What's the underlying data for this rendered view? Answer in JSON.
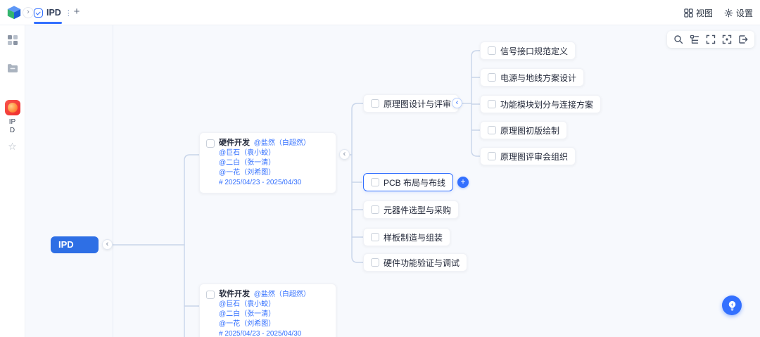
{
  "topbar": {
    "tab_label": "IPD",
    "view_label": "视图",
    "settings_label": "设置"
  },
  "icons": {
    "collapse_left": "‹",
    "expand_right": "›",
    "more": "⋮",
    "plus": "+",
    "star": "☆"
  },
  "sidebar": {
    "app_label": "IPD"
  },
  "colors": {
    "accent": "#3370ff",
    "root_node": "#2e6fe5",
    "mention_text": "#3370ff",
    "connector": "#c8d5ea",
    "canvas_bg": "#f7f9fd",
    "app_icon_red": "#ef2d2d"
  },
  "canvas": {
    "root": {
      "label": "IPD"
    },
    "dev_nodes": [
      {
        "title": "硬件开发",
        "mentions": [
          "@盐然（白超然）",
          "@巨石（袁小蛟）",
          "@二白（张一清）",
          "@一花（刘希图）"
        ],
        "date_range": "# 2025/04/23 - 2025/04/30"
      },
      {
        "title": "软件开发",
        "mentions": [
          "@盐然（白超然）",
          "@巨石（袁小蛟）",
          "@二白（张一清）",
          "@一花（刘希图）"
        ],
        "date_range": "# 2025/04/23 - 2025/04/30"
      }
    ],
    "hardware_children": [
      {
        "label": "原理图设计与评审"
      },
      {
        "label": "PCB 布局与布线",
        "selected": true
      },
      {
        "label": "元器件选型与采购"
      },
      {
        "label": "样板制造与组装"
      },
      {
        "label": "硬件功能验证与调试"
      }
    ],
    "schematic_children": [
      {
        "label": "信号接口规范定义"
      },
      {
        "label": "电源与地线方案设计"
      },
      {
        "label": "功能模块划分与连接方案"
      },
      {
        "label": "原理图初版绘制"
      },
      {
        "label": "原理图评审会组织"
      }
    ]
  }
}
